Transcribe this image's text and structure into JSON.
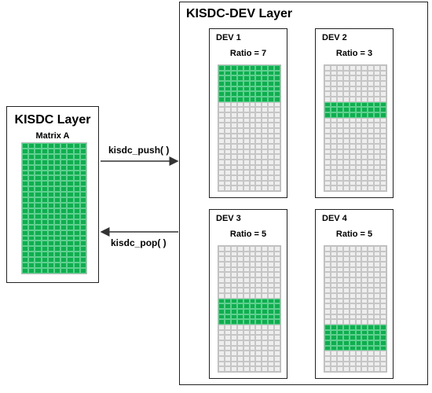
{
  "kisdc_layer": {
    "title": "KISDC Layer",
    "matrix_label": "Matrix A",
    "grid": {
      "rows": 24,
      "cols": 10,
      "green_start": 0,
      "green_rows": 24
    }
  },
  "dev_layer": {
    "title": "KISDC-DEV Layer",
    "devices": [
      {
        "label": "DEV 1",
        "ratio_text": "Ratio = 7",
        "rows": 24,
        "cols": 10,
        "green_start": 0,
        "green_rows": 7
      },
      {
        "label": "DEV 2",
        "ratio_text": "Ratio = 3",
        "rows": 24,
        "cols": 10,
        "green_start": 7,
        "green_rows": 3
      },
      {
        "label": "DEV 3",
        "ratio_text": "Ratio = 5",
        "rows": 24,
        "cols": 10,
        "green_start": 10,
        "green_rows": 5
      },
      {
        "label": "DEV 4",
        "ratio_text": "Ratio = 5",
        "rows": 24,
        "cols": 10,
        "green_start": 15,
        "green_rows": 5
      }
    ]
  },
  "arrows": {
    "push_label": "kisdc_push( )",
    "pop_label": "kisdc_pop( )"
  },
  "colors": {
    "green": "#0fae4f",
    "empty": "#eeeeee"
  }
}
